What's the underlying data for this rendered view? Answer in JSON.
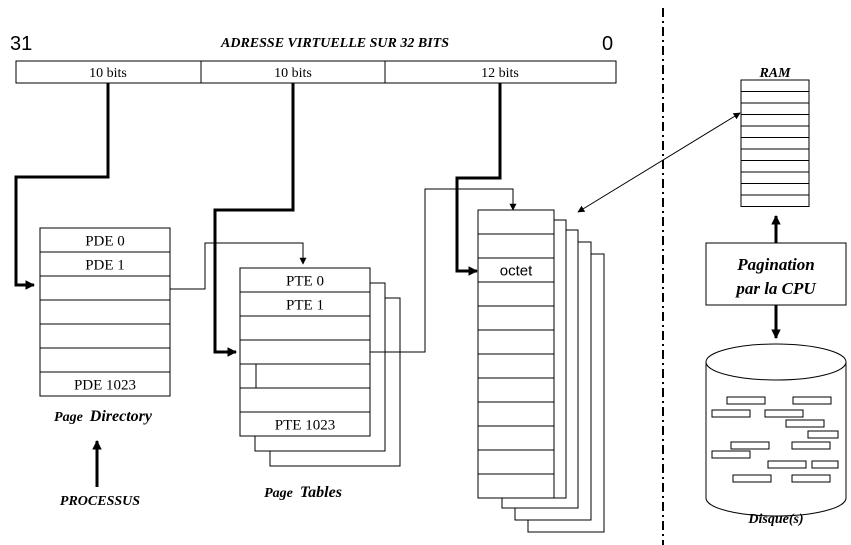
{
  "header": {
    "bit_high": "31",
    "title": "ADRESSE VIRTUELLE SUR 32 BITS",
    "bit_low": "0",
    "fields": [
      "10 bits",
      "10 bits",
      "12 bits"
    ]
  },
  "page_directory": {
    "entries": [
      "PDE 0",
      "PDE 1",
      "",
      "",
      "",
      "",
      "PDE 1023"
    ],
    "caption_part1": "Page",
    "caption_part2": "Directory"
  },
  "process": {
    "label": "PROCESSUS"
  },
  "page_tables": {
    "entries": [
      "PTE 0",
      "PTE 1",
      "",
      "",
      "",
      "",
      "PTE 1023"
    ],
    "caption_part1": "Page",
    "caption_part2": "Tables"
  },
  "pages": {
    "entries": [
      "",
      "",
      "octet",
      "",
      "",
      "",
      "",
      "",
      "",
      "",
      "",
      ""
    ]
  },
  "ram": {
    "label": "RAM"
  },
  "pagination": {
    "line1": "Pagination",
    "line2": "par la CPU"
  },
  "disk": {
    "label": "Disque(s)"
  }
}
